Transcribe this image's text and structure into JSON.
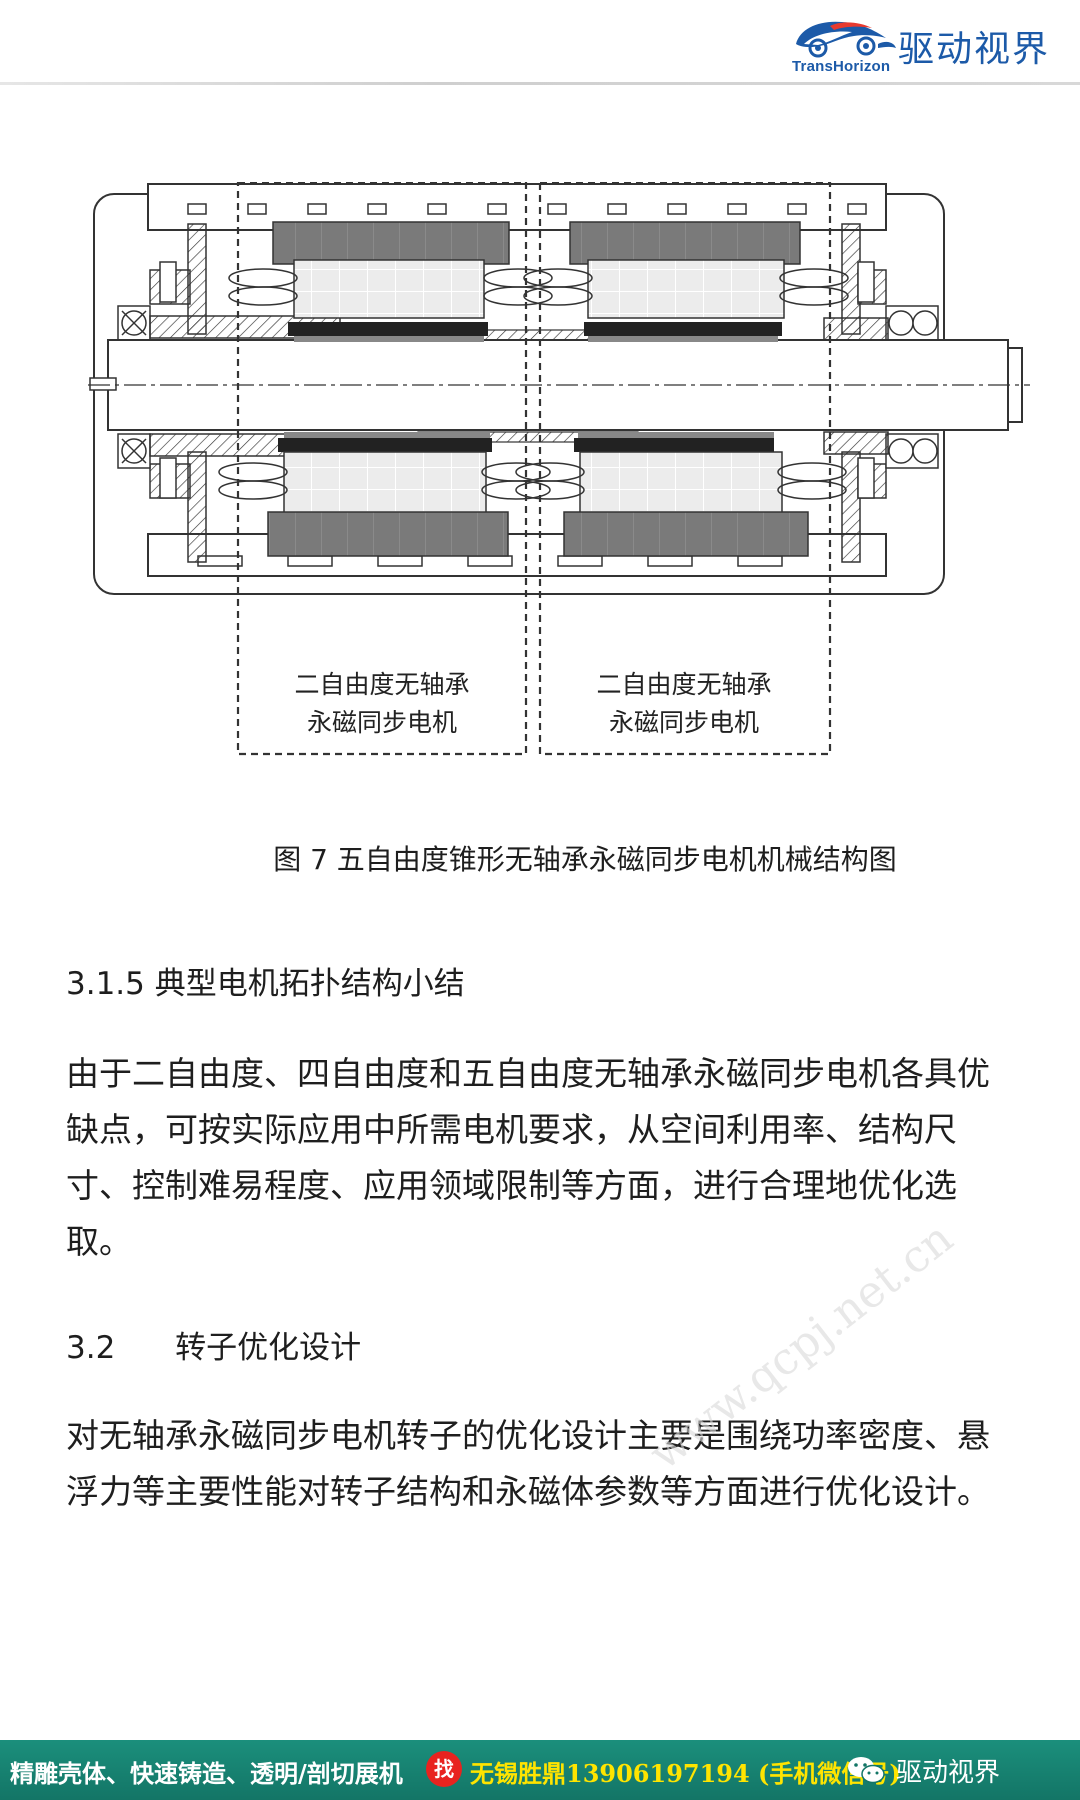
{
  "header": {
    "brand_en": "TransHorizon",
    "brand_cn": "驱动视界",
    "brand_color": "#1c5aa8"
  },
  "figure": {
    "left_label_line1": "二自由度无轴承",
    "left_label_line2": "永磁同步电机",
    "right_label_line1": "二自由度无轴承",
    "right_label_line2": "永磁同步电机",
    "caption": "图 7 五自由度锥形无轴承永磁同步电机机械结构图"
  },
  "content": {
    "heading1": "3.1.5 典型电机拓扑结构小结",
    "paragraph1": "由于二自由度、四自由度和五自由度无轴承永磁同步电机各具优缺点，可按实际应用中所需电机要求，从空间利用率、结构尺寸、控制难易程度、应用领域限制等方面，进行合理地优化选取。",
    "heading2_number": "3.2",
    "heading2_title": "转子优化设计",
    "paragraph2": "对无轴承永磁同步电机转子的优化设计主要是围绕功率密度、悬浮力等主要性能对转子结构和永磁体参数等方面进行优化设计。"
  },
  "watermark": "www.qcpj.net.cn",
  "footer": {
    "ad_text": "精雕壳体、快速铸造、透明/剖切展机",
    "badge": "找",
    "contact": "无锡胜鼎13906197194 (手机微信号)",
    "brand": "驱动视界",
    "bar_color": "#1b8f7c",
    "contact_color": "#ffe400"
  }
}
